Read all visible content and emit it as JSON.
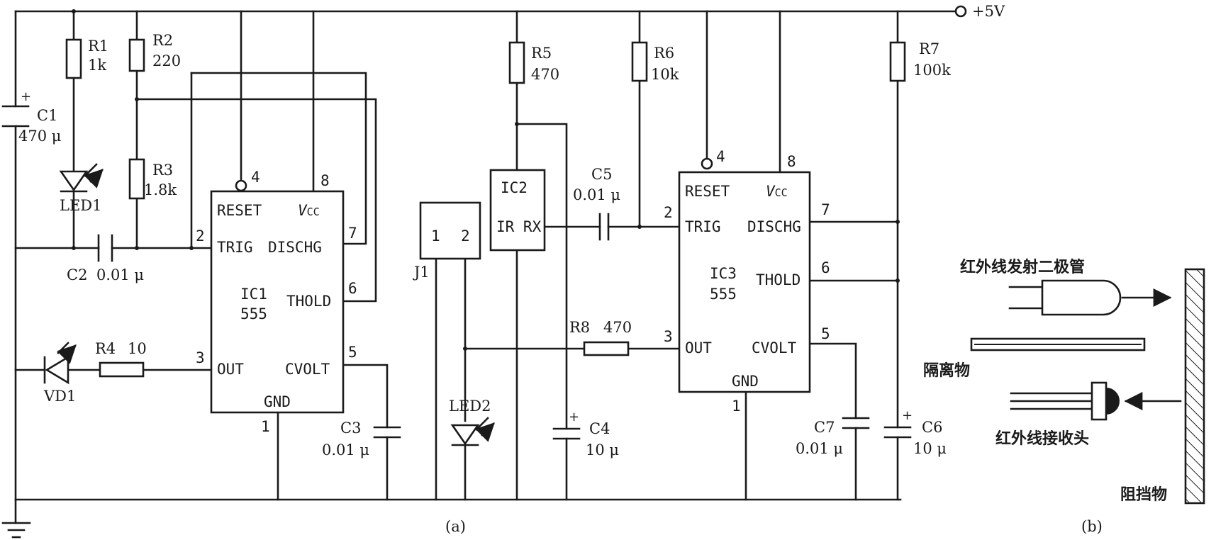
{
  "supply": "+5V",
  "resistors": {
    "r1": {
      "name": "R1",
      "value": "1k"
    },
    "r2": {
      "name": "R2",
      "value": "220"
    },
    "r3": {
      "name": "R3",
      "value": "1.8k"
    },
    "r4": {
      "name": "R4",
      "value": "10"
    },
    "r5": {
      "name": "R5",
      "value": "470"
    },
    "r6": {
      "name": "R6",
      "value": "10k"
    },
    "r7": {
      "name": "R7",
      "value": "100k"
    },
    "r8": {
      "name": "R8",
      "value": "470"
    }
  },
  "capacitors": {
    "c1": {
      "name": "C1",
      "value": "470 μ"
    },
    "c2": {
      "name": "C2",
      "value": "0.01 μ"
    },
    "c3": {
      "name": "C3",
      "value": "0.01 μ"
    },
    "c4": {
      "name": "C4",
      "value": "10 μ"
    },
    "c5": {
      "name": "C5",
      "value": "0.01 μ"
    },
    "c6": {
      "name": "C6",
      "value": "10 μ"
    },
    "c7": {
      "name": "C7",
      "value": "0.01 μ"
    }
  },
  "diodes": {
    "led1": "LED1",
    "led2": "LED2",
    "vd1": "VD1"
  },
  "ic1": {
    "name": "IC1",
    "part": "555",
    "reset": "RESET",
    "vcc": "V",
    "vcc_sub": "CC",
    "trig": "TRIG",
    "dischg": "DISCHG",
    "thold": "THOLD",
    "out": "OUT",
    "cvolt": "CVOLT",
    "gnd": "GND",
    "pins": {
      "p1": "1",
      "p2": "2",
      "p3": "3",
      "p4": "4",
      "p5": "5",
      "p6": "6",
      "p7": "7",
      "p8": "8"
    }
  },
  "ic2": {
    "name": "IC2",
    "function": "IR RX"
  },
  "ic3": {
    "name": "IC3",
    "part": "555",
    "reset": "RESET",
    "vcc": "V",
    "vcc_sub": "CC",
    "trig": "TRIG",
    "dischg": "DISCHG",
    "thold": "THOLD",
    "out": "OUT",
    "cvolt": "CVOLT",
    "gnd": "GND",
    "pins": {
      "p1": "1",
      "p2": "2",
      "p3": "3",
      "p4": "4",
      "p5": "5",
      "p6": "6",
      "p7": "7",
      "p8": "8"
    }
  },
  "connector": {
    "name": "J1",
    "pin1": "1",
    "pin2": "2"
  },
  "captions": {
    "a": "(a)",
    "b": "(b)"
  },
  "figure_b": {
    "emitter": "红外线发射二极管",
    "separator": "隔离物",
    "receiver": "红外线接收头",
    "obstacle": "阻挡物"
  }
}
